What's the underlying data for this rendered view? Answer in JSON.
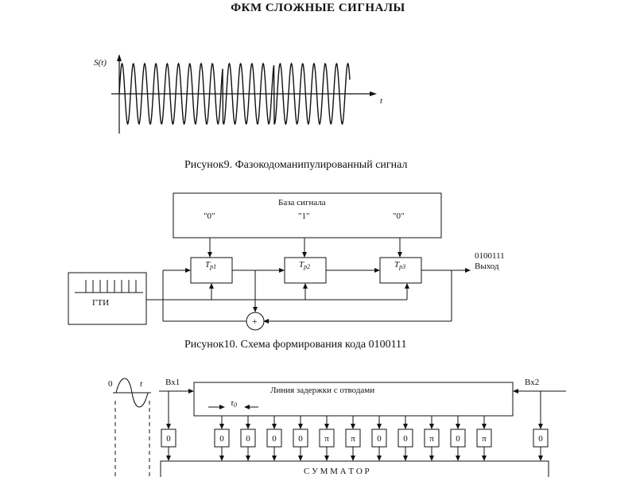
{
  "title": "ФКМ СЛОЖНЫЕ СИГНАЛЫ",
  "figure9": {
    "y_label": "S(t)",
    "x_label": "t",
    "caption": "Рисунок9. Фазокодоманипулированный сигнал"
  },
  "figure10": {
    "base_label": "База сигнала",
    "bits": [
      "\"0\"",
      "\"1\"",
      "\"0\""
    ],
    "triggers": [
      "T",
      "T",
      "T"
    ],
    "trigger_subs": [
      "р1",
      "р2",
      "р3"
    ],
    "output_code": "0100111",
    "output_label": "Выход",
    "generator_label": "ГТИ",
    "adder_symbol": "+",
    "caption": "Рисунок10. Схема формирования кода 0100111"
  },
  "figure11": {
    "input1": "Вх1",
    "input2": "Вх2",
    "delay_line_label": "Линия задержки с отводами",
    "tau_label": "τ",
    "tau_sub": "0",
    "wave_zero": "0",
    "wave_t": "t",
    "phase_boxes": [
      "0",
      "0",
      "0",
      "0",
      "0",
      "π",
      "π",
      "0",
      "0",
      "π",
      "0",
      "π",
      "0"
    ],
    "summator_label": "С У М М А Т О Р"
  }
}
